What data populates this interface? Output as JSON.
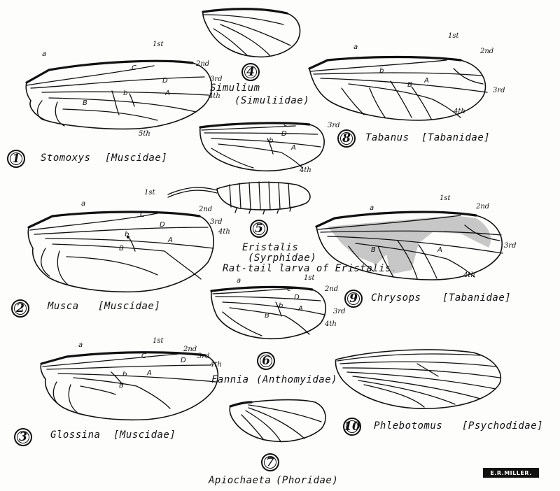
{
  "figures": [
    {
      "number": "1",
      "genus": "Stomoxys",
      "family": "[Muscidae]"
    },
    {
      "number": "2",
      "genus": "Musca",
      "family": "[Muscidae]"
    },
    {
      "number": "3",
      "genus": "Glossina",
      "family": "[Muscidae]"
    },
    {
      "number": "4",
      "genus": "Simulium",
      "family": "(Simuliidae)"
    },
    {
      "number": "5",
      "genus": "Eristalis",
      "family": "(Syrphidae)",
      "caption": "Rat-tail larva of Eristalis."
    },
    {
      "number": "6",
      "genus": "Fannia",
      "family": "(Anthomyidae)"
    },
    {
      "number": "7",
      "genus": "Apiochaeta",
      "family": "(Phoridae)"
    },
    {
      "number": "8",
      "genus": "Tabanus",
      "family": "[Tabanidae]"
    },
    {
      "number": "9",
      "genus": "Chrysops",
      "family": "[Tabanidae]"
    },
    {
      "number": "10",
      "genus": "Phlebotomus",
      "family": "[Psychodidae]"
    }
  ],
  "vein_labels": {
    "first": "1st",
    "second": "2nd",
    "third": "3rd",
    "fourth": "4th",
    "fifth": "5th"
  },
  "cell_labels": {
    "a": "a",
    "b": "b",
    "c": "c",
    "C": "C",
    "D": "D",
    "A": "A",
    "B": "B"
  },
  "signature": "E.R.MILLER."
}
